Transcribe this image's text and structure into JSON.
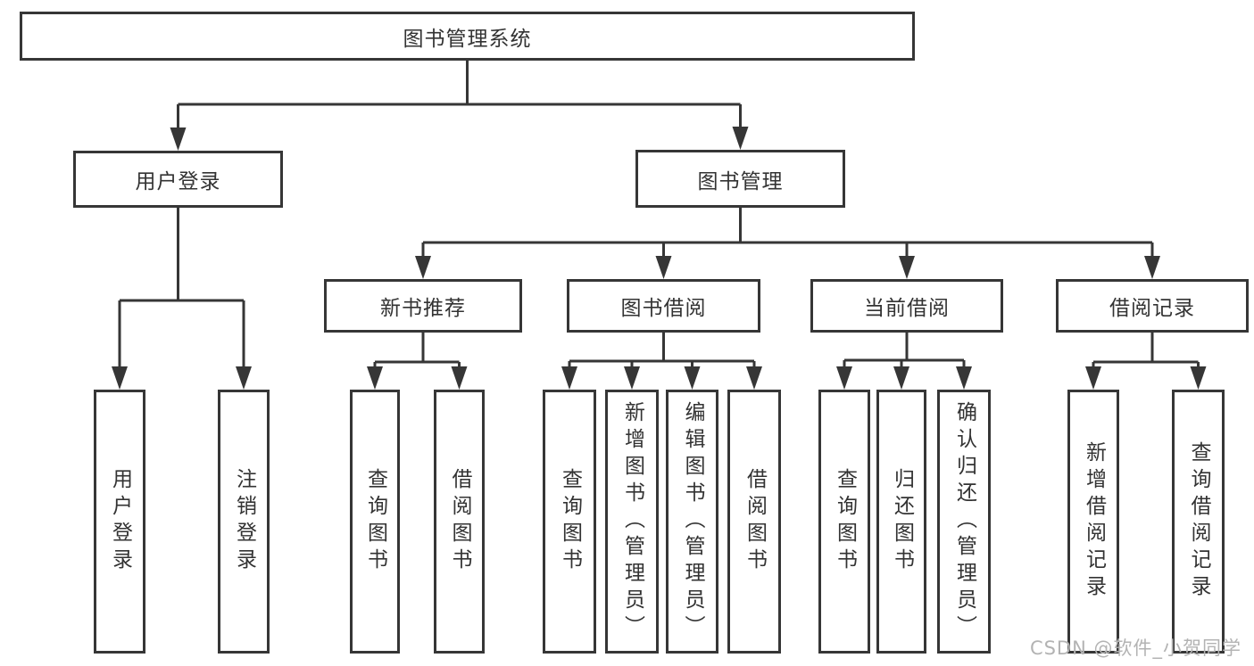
{
  "diagram": {
    "title": "图书管理系统",
    "root": {
      "label": "图书管理系统"
    },
    "branches": [
      {
        "label": "用户登录",
        "children": [
          {
            "label": "用户登录"
          },
          {
            "label": "注销登录"
          }
        ]
      },
      {
        "label": "图书管理",
        "children": [
          {
            "label": "新书推荐",
            "children": [
              {
                "label": "查询图书"
              },
              {
                "label": "借阅图书"
              }
            ]
          },
          {
            "label": "图书借阅",
            "children": [
              {
                "label": "查询图书"
              },
              {
                "label": "新增图书（管理员）"
              },
              {
                "label": "编辑图书（管理员）"
              },
              {
                "label": "借阅图书"
              }
            ]
          },
          {
            "label": "当前借阅",
            "children": [
              {
                "label": "查询图书"
              },
              {
                "label": "归还图书"
              },
              {
                "label": "确认归还（管理员）"
              }
            ]
          },
          {
            "label": "借阅记录",
            "children": [
              {
                "label": "新增借阅记录"
              },
              {
                "label": "查询借阅记录"
              }
            ]
          }
        ]
      }
    ]
  },
  "watermark": {
    "text": "CSDN @软件_小贺同学"
  },
  "colors": {
    "line": "#363636",
    "box_border": "#363636",
    "text": "#333333",
    "watermark": "#b3b3b3",
    "background": "#ffffff"
  }
}
